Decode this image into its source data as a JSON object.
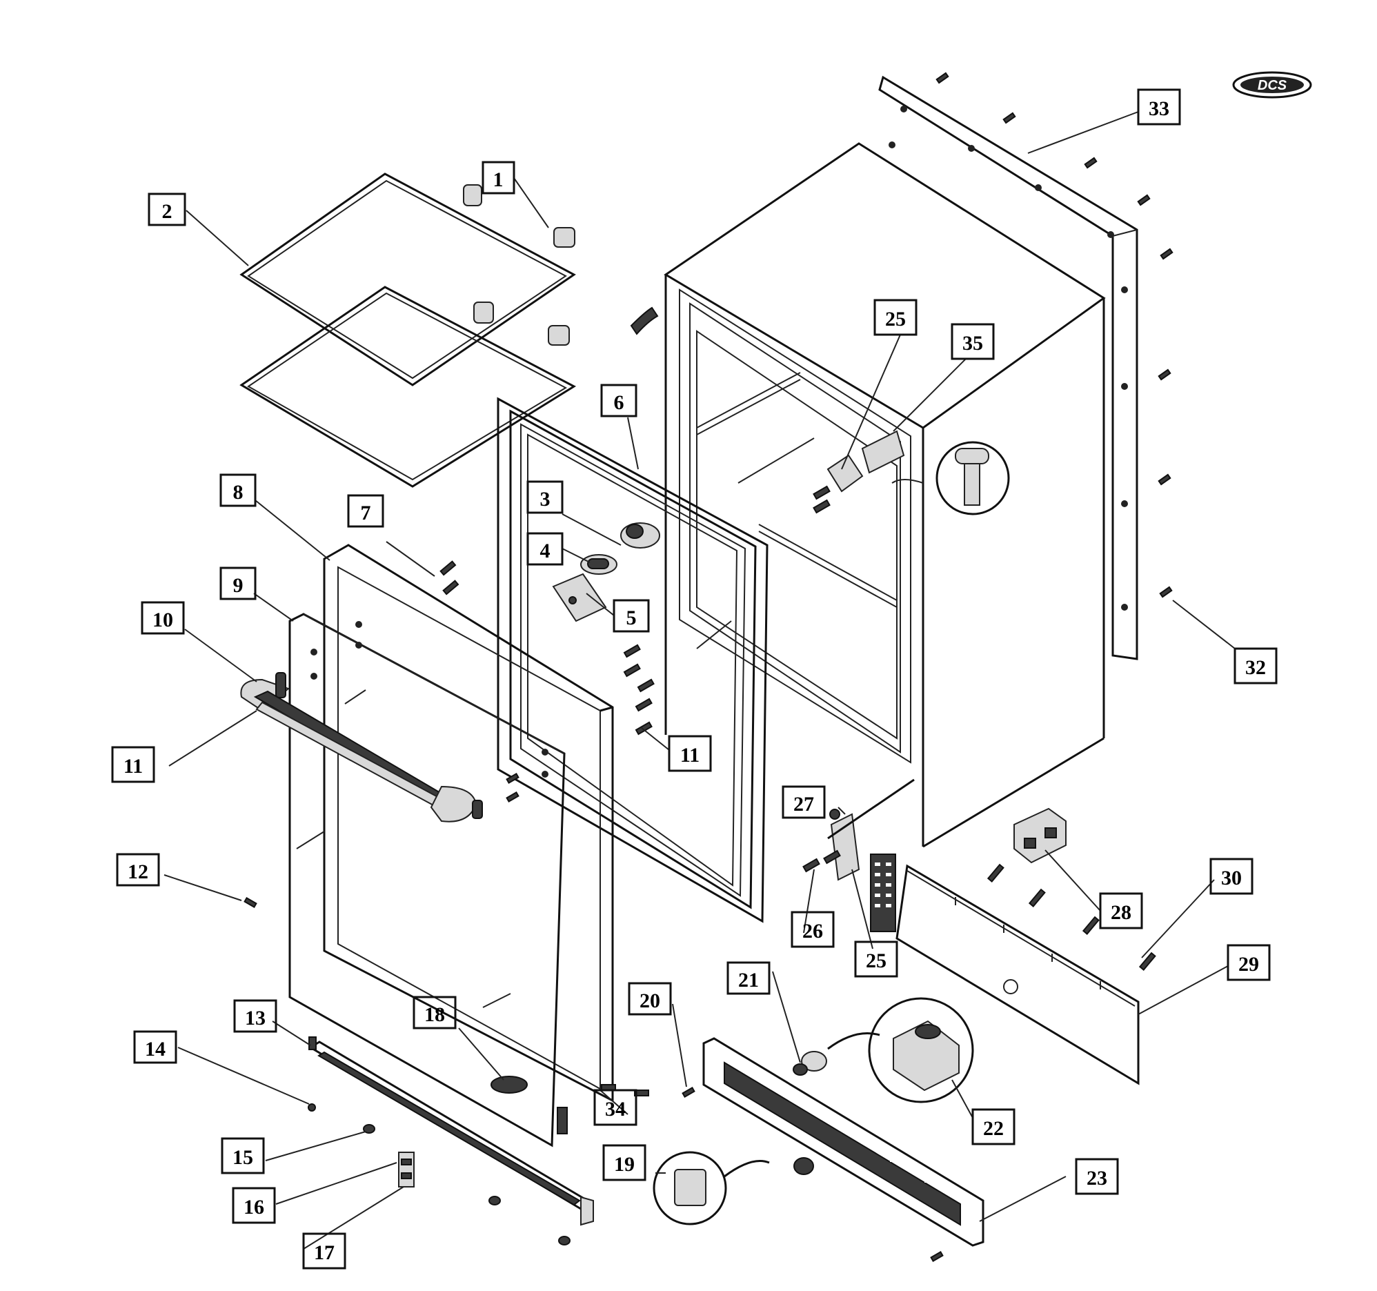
{
  "brand": {
    "logo_text": "DCS"
  },
  "part_labels": [
    {
      "id": "p1",
      "text": "1"
    },
    {
      "id": "p2",
      "text": "2"
    },
    {
      "id": "p3",
      "text": "3"
    },
    {
      "id": "p4",
      "text": "4"
    },
    {
      "id": "p5",
      "text": "5"
    },
    {
      "id": "p6",
      "text": "6"
    },
    {
      "id": "p7",
      "text": "7"
    },
    {
      "id": "p8",
      "text": "8"
    },
    {
      "id": "p9",
      "text": "9"
    },
    {
      "id": "p10",
      "text": "10"
    },
    {
      "id": "p11a",
      "text": "11"
    },
    {
      "id": "p11b",
      "text": "11"
    },
    {
      "id": "p12",
      "text": "12"
    },
    {
      "id": "p13",
      "text": "13"
    },
    {
      "id": "p14",
      "text": "14"
    },
    {
      "id": "p15",
      "text": "15"
    },
    {
      "id": "p16",
      "text": "16"
    },
    {
      "id": "p17",
      "text": "17"
    },
    {
      "id": "p18",
      "text": "18"
    },
    {
      "id": "p19",
      "text": "19"
    },
    {
      "id": "p20",
      "text": "20"
    },
    {
      "id": "p21",
      "text": "21"
    },
    {
      "id": "p22",
      "text": "22"
    },
    {
      "id": "p23",
      "text": "23"
    },
    {
      "id": "p25a",
      "text": "25"
    },
    {
      "id": "p25b",
      "text": "25"
    },
    {
      "id": "p26",
      "text": "26"
    },
    {
      "id": "p27",
      "text": "27"
    },
    {
      "id": "p28",
      "text": "28"
    },
    {
      "id": "p29",
      "text": "29"
    },
    {
      "id": "p30",
      "text": "30"
    },
    {
      "id": "p32",
      "text": "32"
    },
    {
      "id": "p33",
      "text": "33"
    },
    {
      "id": "p34",
      "text": "34"
    },
    {
      "id": "p35",
      "text": "35"
    }
  ]
}
